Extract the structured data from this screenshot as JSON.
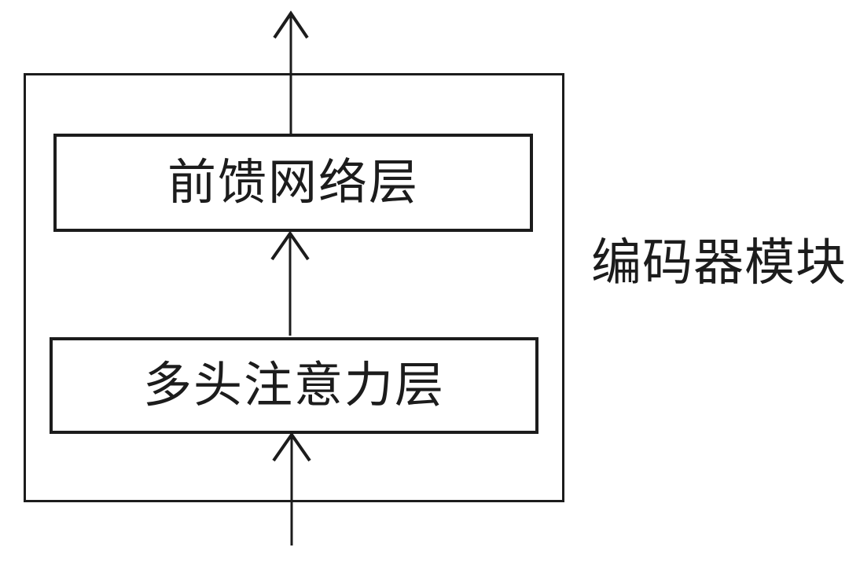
{
  "diagram": {
    "module_label": "编码器模块",
    "boxes": [
      {
        "id": "feed-forward-layer",
        "label": "前馈网络层"
      },
      {
        "id": "multi-head-attention-layer",
        "label": "多头注意力层"
      }
    ],
    "arrows": [
      {
        "id": "output-arrow",
        "from": "feed-forward-layer",
        "to": "output",
        "direction": "up"
      },
      {
        "id": "inter-layer-arrow",
        "from": "multi-head-attention-layer",
        "to": "feed-forward-layer",
        "direction": "up"
      },
      {
        "id": "input-arrow",
        "from": "input",
        "to": "multi-head-attention-layer",
        "direction": "up"
      }
    ],
    "colors": {
      "background": "#ffffff",
      "line": "#1c1c1c",
      "text": "#1c1c1c"
    }
  }
}
